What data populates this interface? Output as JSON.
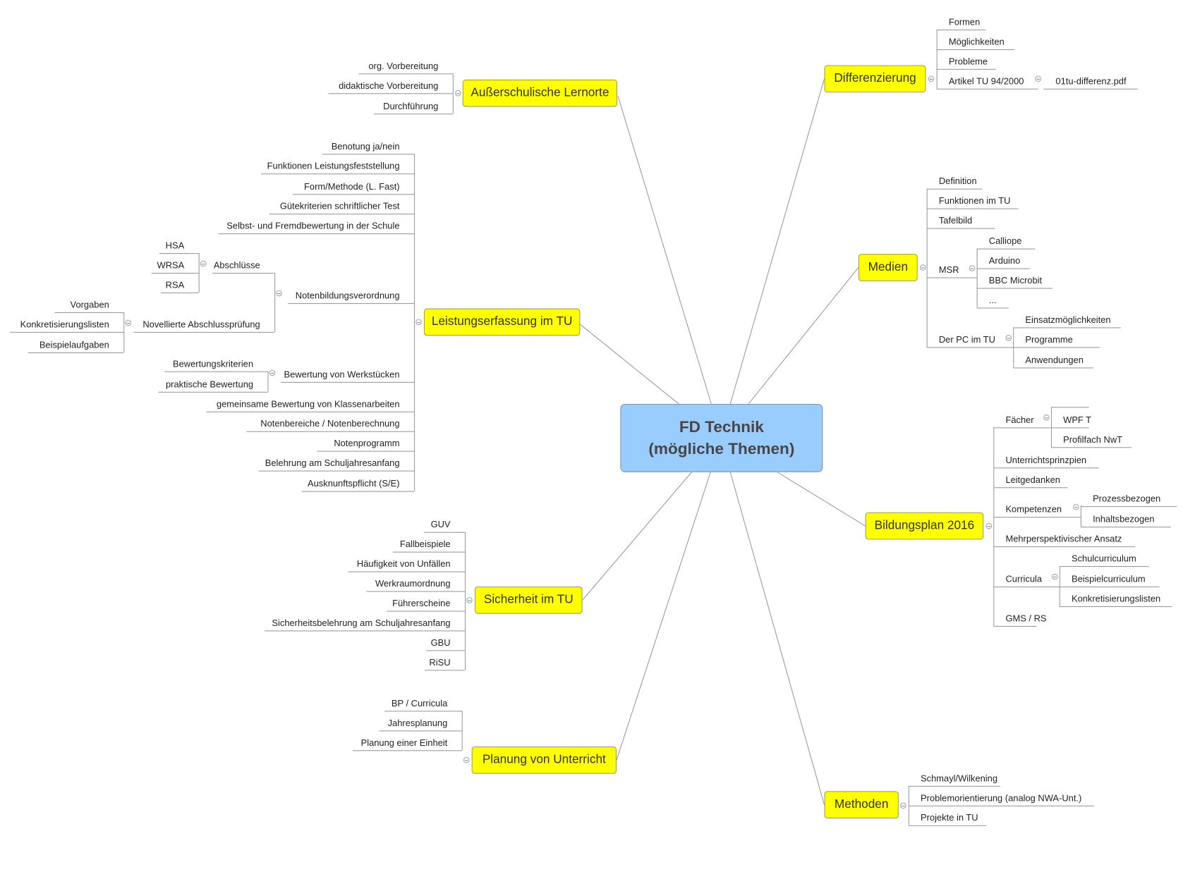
{
  "center": {
    "line1": "FD Technik",
    "line2": "(mögliche Themen)"
  },
  "colors": {
    "center": "#99ccff",
    "branch": "#ffff00",
    "line": "#9a9a9a"
  },
  "icons": {
    "collapse": "collapse-minus-icon"
  },
  "branches": [
    {
      "label": "Außerschulische Lernorte",
      "children": [
        {
          "label": "org. Vorbereitung"
        },
        {
          "label": "didaktische Vorbereitung"
        },
        {
          "label": "Durchführung"
        }
      ]
    },
    {
      "label": "Leistungserfassung im TU",
      "children": [
        {
          "label": "Benotung ja/nein"
        },
        {
          "label": "Funktionen Leistungsfeststellung"
        },
        {
          "label": "Form/Methode (L. Fast)"
        },
        {
          "label": "Gütekriterien schriftlicher Test"
        },
        {
          "label": "Selbst- und Fremdbewertung in der Schule"
        },
        {
          "label": "Notenbildungsverordnung",
          "children": [
            {
              "label": "Abschlüsse",
              "children": [
                {
                  "label": "HSA"
                },
                {
                  "label": "WRSA"
                },
                {
                  "label": "RSA"
                }
              ]
            },
            {
              "label": "Novellierte Abschlussprüfung",
              "children": [
                {
                  "label": "Vorgaben"
                },
                {
                  "label": "Konkretisierungslisten"
                },
                {
                  "label": "Beispielaufgaben"
                }
              ]
            }
          ]
        },
        {
          "label": "Bewertung von Werkstücken",
          "children": [
            {
              "label": "Bewertungskriterien"
            },
            {
              "label": "praktische Bewertung"
            }
          ]
        },
        {
          "label": "gemeinsame Bewertung von Klassenarbeiten"
        },
        {
          "label": "Notenbereiche / Notenberechnung"
        },
        {
          "label": "Notenprogramm"
        },
        {
          "label": "Belehrung am Schuljahresanfang"
        },
        {
          "label": "Ausknunftspflicht (S/E)"
        }
      ]
    },
    {
      "label": "Sicherheit im TU",
      "children": [
        {
          "label": "GUV"
        },
        {
          "label": "Fallbeispiele"
        },
        {
          "label": "Häufigkeit von Unfällen"
        },
        {
          "label": "Werkraumordnung"
        },
        {
          "label": "Führerscheine"
        },
        {
          "label": "Sicherheitsbelehrung am Schuljahresanfang"
        },
        {
          "label": "GBU"
        },
        {
          "label": "RiSU"
        }
      ]
    },
    {
      "label": "Planung von Unterricht",
      "children": [
        {
          "label": "BP / Curricula"
        },
        {
          "label": "Jahresplanung"
        },
        {
          "label": "Planung einer Einheit"
        }
      ]
    },
    {
      "label": "Differenzierung",
      "children": [
        {
          "label": "Formen"
        },
        {
          "label": "Möglichkeiten"
        },
        {
          "label": "Probleme"
        },
        {
          "label": "Artikel TU 94/2000",
          "children": [
            {
              "label": "01tu-differenz.pdf"
            }
          ]
        }
      ]
    },
    {
      "label": "Medien",
      "children": [
        {
          "label": "Definition"
        },
        {
          "label": "Funktionen im TU"
        },
        {
          "label": "Tafelbild"
        },
        {
          "label": "MSR",
          "children": [
            {
              "label": "Calliope"
            },
            {
              "label": "Arduino"
            },
            {
              "label": "BBC Microbit"
            },
            {
              "label": "..."
            }
          ]
        },
        {
          "label": "Der PC im TU",
          "children": [
            {
              "label": "Einsatzmöglichkeiten"
            },
            {
              "label": "Programme"
            },
            {
              "label": "Anwendungen"
            }
          ]
        }
      ]
    },
    {
      "label": "Bildungsplan 2016",
      "children": [
        {
          "label": "Fächer",
          "children": [
            {
              "label": "WPF T"
            },
            {
              "label": "Profilfach NwT"
            }
          ]
        },
        {
          "label": "Unterrichtsprinzpien"
        },
        {
          "label": "Leitgedanken"
        },
        {
          "label": "Kompetenzen",
          "children": [
            {
              "label": "Prozessbezogen"
            },
            {
              "label": "Inhaltsbezogen"
            }
          ]
        },
        {
          "label": "Mehrperspektivischer Ansatz"
        },
        {
          "label": "Curricula",
          "children": [
            {
              "label": "Schulcurriculum"
            },
            {
              "label": "Beispielcurriculum"
            },
            {
              "label": "Konkretisierungslisten"
            }
          ]
        },
        {
          "label": "GMS / RS"
        }
      ]
    },
    {
      "label": "Methoden",
      "children": [
        {
          "label": "Schmayl/Wilkening"
        },
        {
          "label": "Problemorientierung (analog NWA-Unt.)"
        },
        {
          "label": "Projekte in TU"
        }
      ]
    }
  ]
}
